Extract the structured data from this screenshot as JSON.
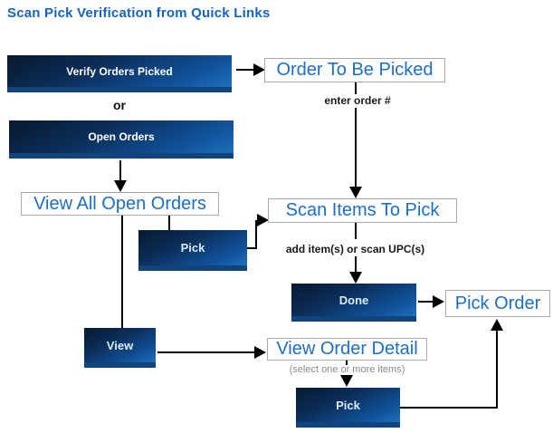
{
  "page": {
    "title": "Scan Pick Verification from Quick Links"
  },
  "diagram": {
    "buttons": {
      "verify_orders_picked": "Verify Orders Picked",
      "open_orders": "Open Orders",
      "pick_mid": "Pick",
      "done": "Done",
      "view": "View",
      "pick_bottom": "Pick"
    },
    "screens": {
      "order_to_be_picked": "Order To Be Picked",
      "view_all_open_orders": "View All Open Orders",
      "scan_items_to_pick": "Scan Items To Pick",
      "pick_order": "Pick Order",
      "view_order_detail": "View Order Detail"
    },
    "labels": {
      "or": "or",
      "enter_order": "enter order #",
      "add_items": "add item(s) or scan UPC(s)",
      "select_items": "(select one or more items)"
    },
    "colors": {
      "title_text": "#1565bd",
      "screen_text": "#1b70c5",
      "button_gradient_top": "#07192f",
      "button_gradient_bottom": "#1d71ba",
      "button_bottom_strip": "#11447d",
      "box_border": "#a9a9a9",
      "connector": "#000000",
      "note_text": "#8a8a8a",
      "background": "#ffffff"
    }
  }
}
